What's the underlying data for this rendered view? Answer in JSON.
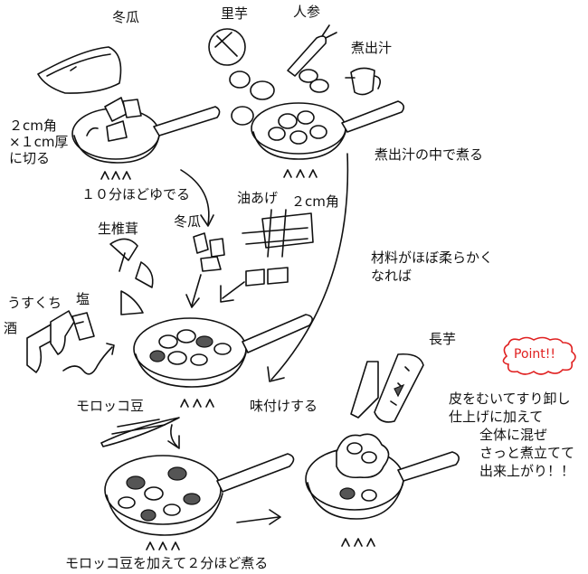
{
  "labels": {
    "togan_top": "冬瓜",
    "satoimo": "里芋",
    "ninjin": "人参",
    "nidashi": "煮出汁",
    "cut_note": [
      "２cm角",
      "×１cm厚",
      "に切る"
    ],
    "boil_note": "１０分ほどゆでる",
    "simmer_note": "煮出汁の中で煮る",
    "shiitake": "生椎茸",
    "togan_mid": "冬瓜",
    "aburaage": "油あげ",
    "aburaage_cut": "２cm角",
    "soft_note": [
      "材料がほぼ柔らかく",
      "なれば"
    ],
    "usukuchi": "うすくち",
    "shio": "塩",
    "sake": "酒",
    "season_note": "味付けする",
    "nagaimo": "長芋",
    "point": "Point!!",
    "point_note": [
      "皮をむいてすり卸し",
      "仕上げに加えて",
      "全体に混ぜ",
      "さっと煮立てて",
      "出来上がり！！"
    ],
    "morocco": "モロッコ豆",
    "morocco_note": "モロッコ豆を加えて２分ほど煮る"
  },
  "colors": {
    "ink": "#111111",
    "point_accent": "#e02020"
  },
  "icons": [
    "winter-melon-icon",
    "taro-icon",
    "carrot-icon",
    "broth-pitcher-icon",
    "frying-pan-icon",
    "shiitake-icon",
    "fried-tofu-icon",
    "bottle-icon",
    "yam-icon",
    "green-bean-icon",
    "flame-icon",
    "arrow-icon"
  ]
}
